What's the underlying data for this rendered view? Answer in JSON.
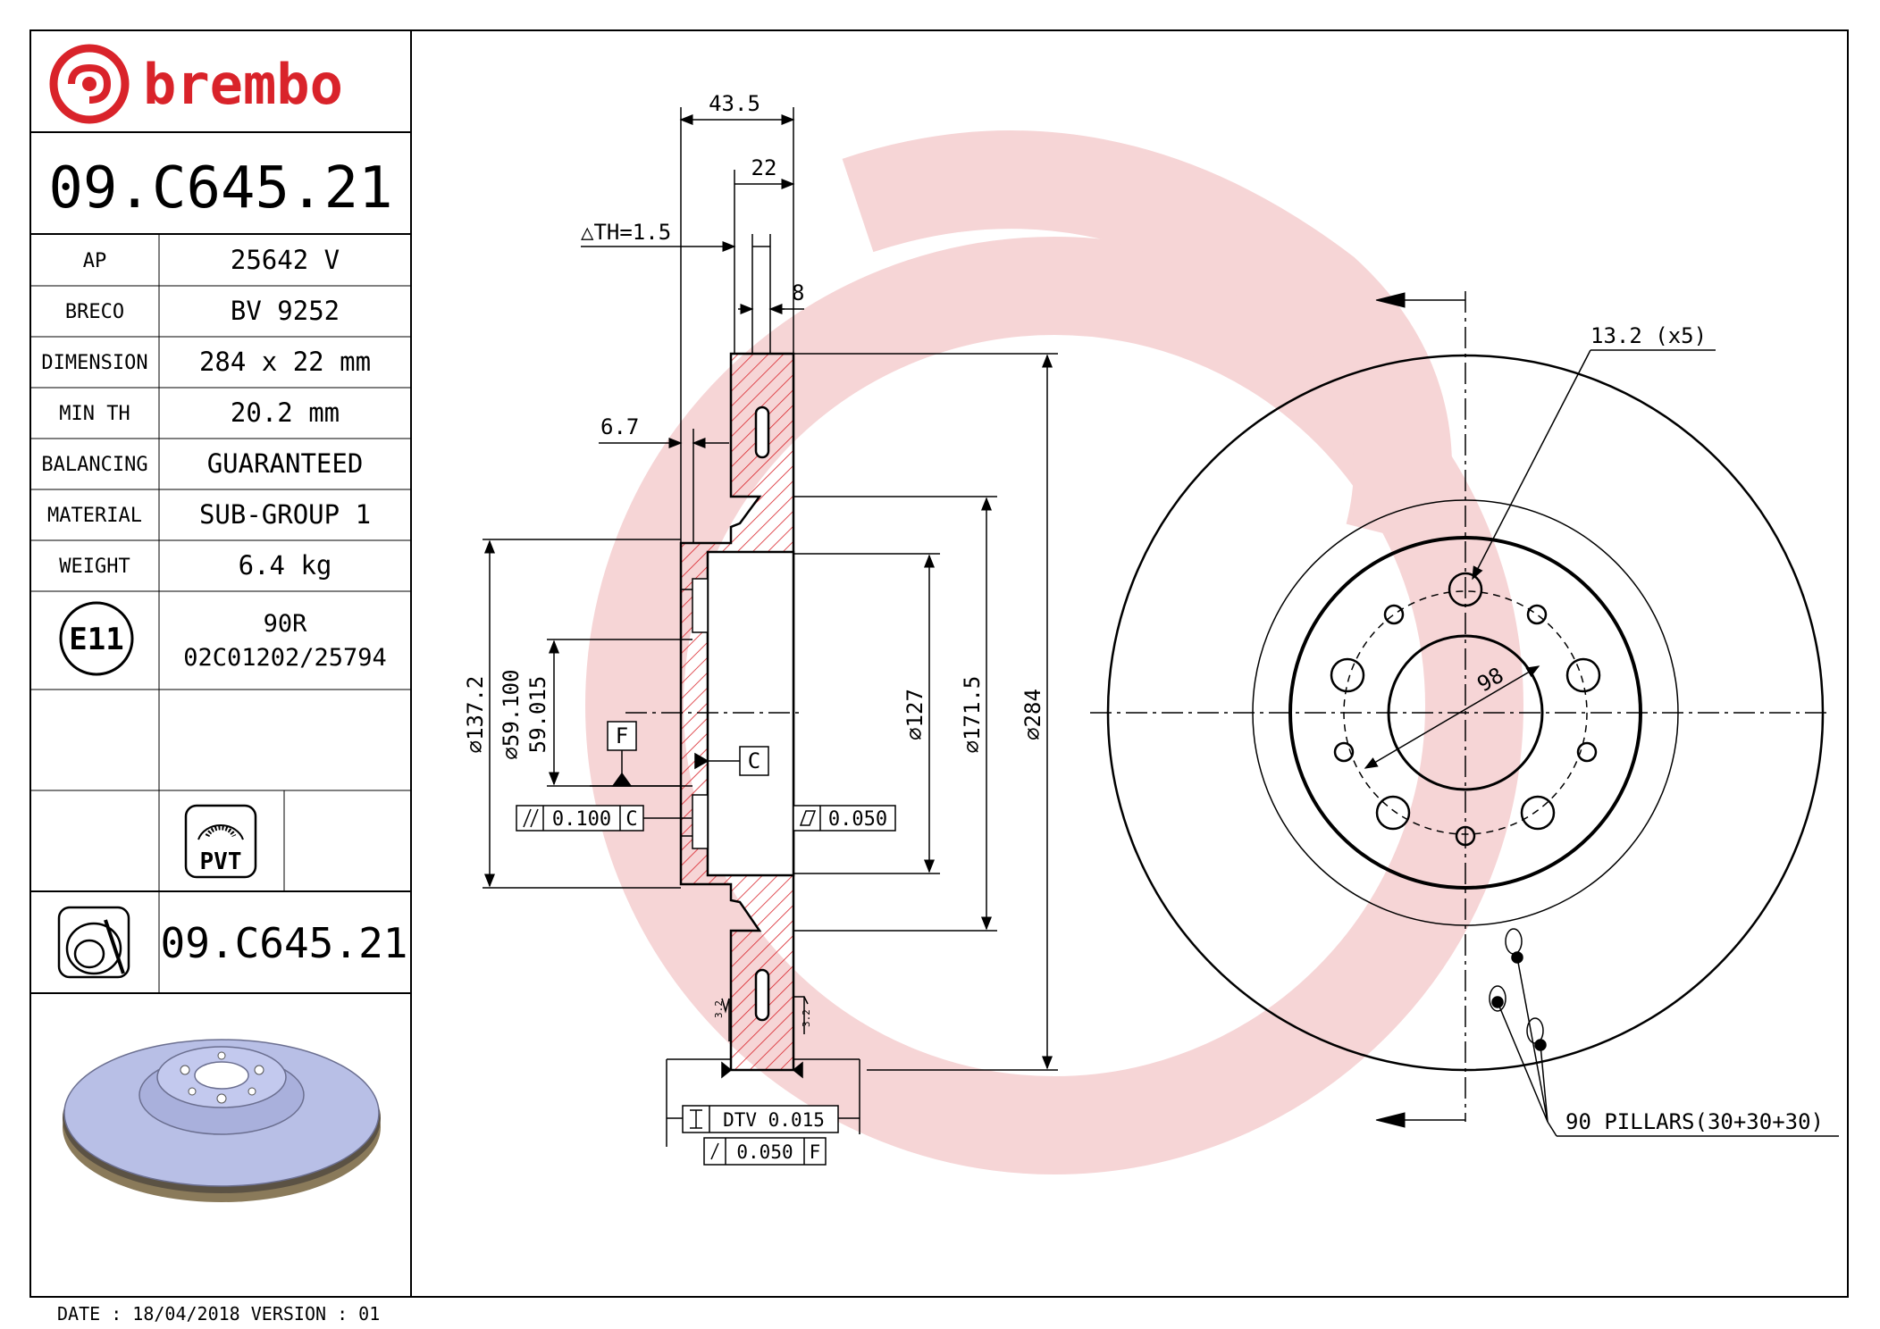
{
  "brand": {
    "name": "brembo",
    "color": "#d9232a"
  },
  "part_number": "09.C645.21",
  "specs": [
    {
      "label": "AP",
      "value": "25642 V"
    },
    {
      "label": "BRECO",
      "value": "BV 9252"
    },
    {
      "label": "DIMENSION",
      "value": "284 x 22 mm"
    },
    {
      "label": "MIN TH",
      "value": "20.2 mm"
    },
    {
      "label": "BALANCING",
      "value": "GUARANTEED"
    },
    {
      "label": "MATERIAL",
      "value": "SUB-GROUP 1"
    },
    {
      "label": "WEIGHT",
      "value": "6.4 kg"
    }
  ],
  "approval": {
    "mark": "E11",
    "line1": "90R",
    "line2": "02C01202/25794"
  },
  "pvt_label": "PVT",
  "bottom_part_number": "09.C645.21",
  "footer": "DATE : 18/04/2018 VERSION : 01",
  "section_view": {
    "dim_43_5": "43.5",
    "dim_22": "22",
    "dim_th": "△TH=1.5",
    "dim_8": "8",
    "dim_6_7": "6.7",
    "dim_137_2": "⌀137.2",
    "dim_59_100": "⌀59.100",
    "dim_59_015": "59.015",
    "dim_127": "⌀127",
    "dim_171_5": "⌀171.5",
    "dim_284": "⌀284",
    "datum_f": "F",
    "datum_c": "C",
    "parallel_tol": "0.100",
    "parallel_ref": "C",
    "flat_tol": "0.050",
    "rough_1": "3.2",
    "rough_2": "3.2",
    "dtv_label": "DTV 0.015",
    "runout_tol": "0.050",
    "runout_ref": "F"
  },
  "front_view": {
    "holes_label": "13.2 (x5)",
    "pcd_label": "98",
    "pillars_label": "90 PILLARS(30+30+30)"
  },
  "colors": {
    "watermark": "#f6d5d6",
    "hatch": "#d9232a",
    "render_disc": "#b8bfe6"
  }
}
